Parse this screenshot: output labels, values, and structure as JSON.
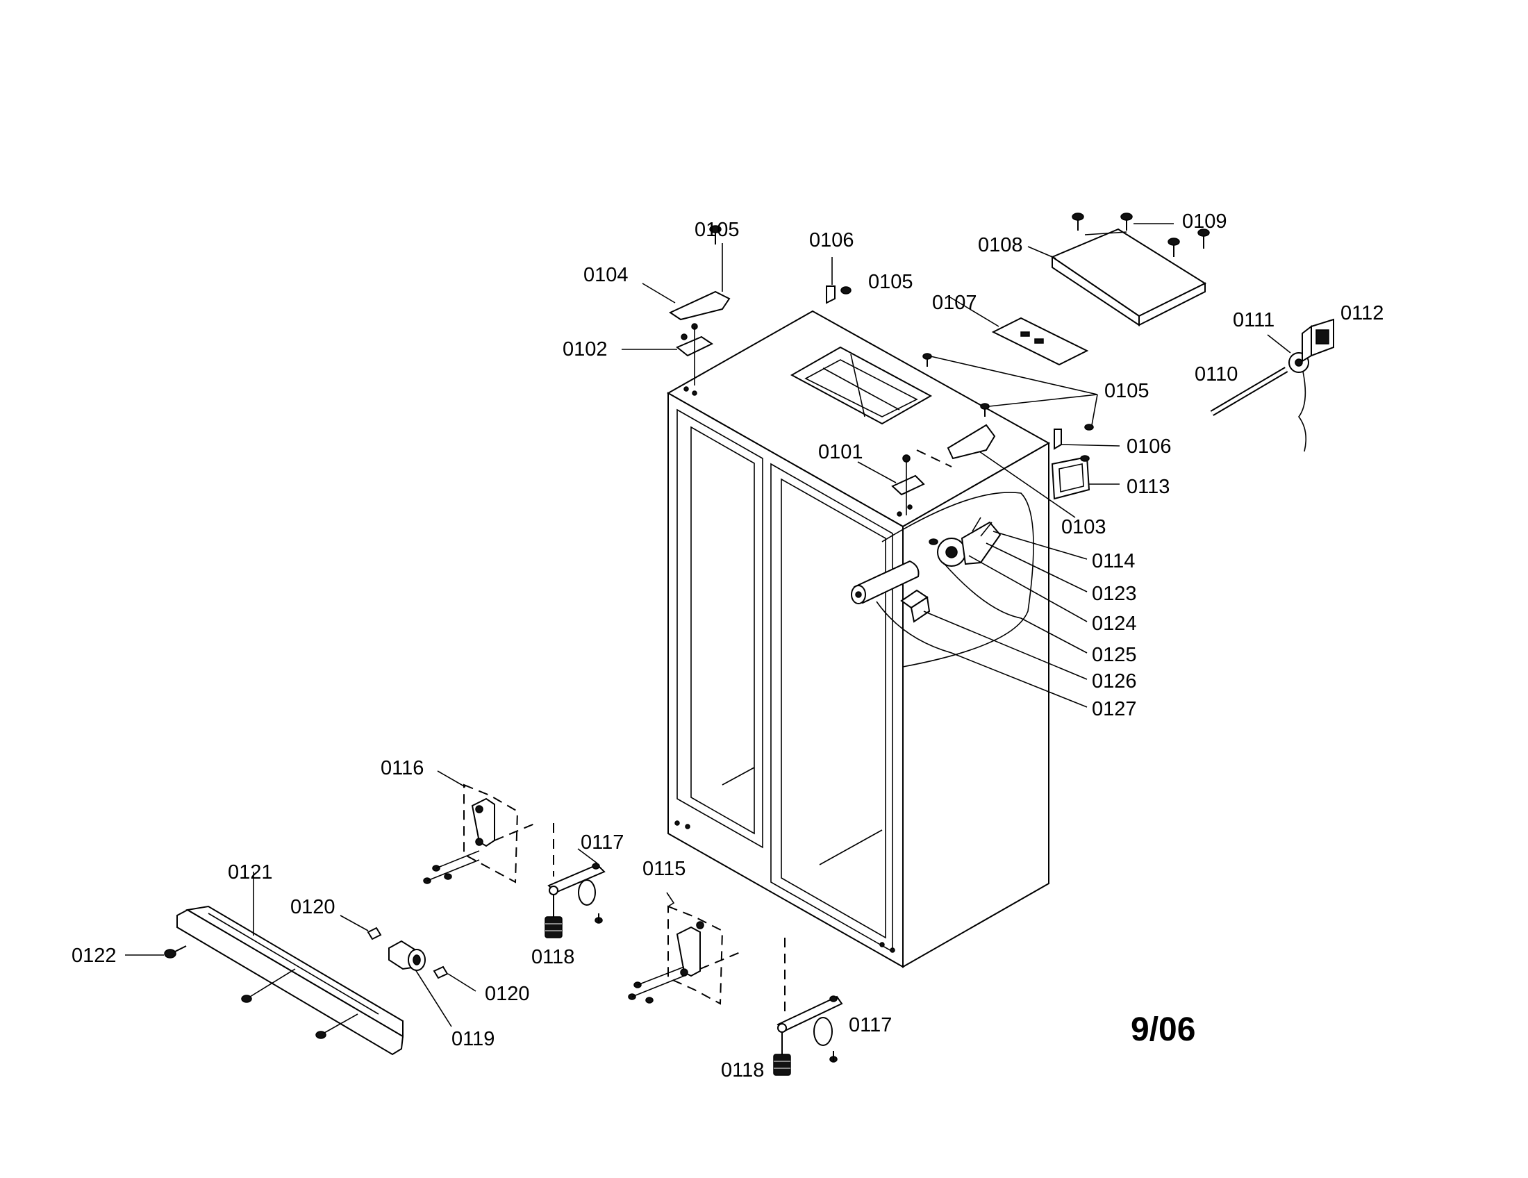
{
  "diagram": {
    "labels": {
      "p0101": "0101",
      "p0102": "0102",
      "p0103": "0103",
      "p0104": "0104",
      "p0105a": "0105",
      "p0105b": "0105",
      "p0105c": "0105",
      "p0106a": "0106",
      "p0106b": "0106",
      "p0107": "0107",
      "p0108": "0108",
      "p0109": "0109",
      "p0110": "0110",
      "p0111": "0111",
      "p0112": "0112",
      "p0113": "0113",
      "p0114": "0114",
      "p0115": "0115",
      "p0116": "0116",
      "p0117a": "0117",
      "p0117b": "0117",
      "p0118a": "0118",
      "p0118b": "0118",
      "p0119": "0119",
      "p0120a": "0120",
      "p0120b": "0120",
      "p0121": "0121",
      "p0122": "0122",
      "p0123": "0123",
      "p0124": "0124",
      "p0125": "0125",
      "p0126": "0126",
      "p0127": "0127"
    },
    "date_code": "9/06"
  }
}
